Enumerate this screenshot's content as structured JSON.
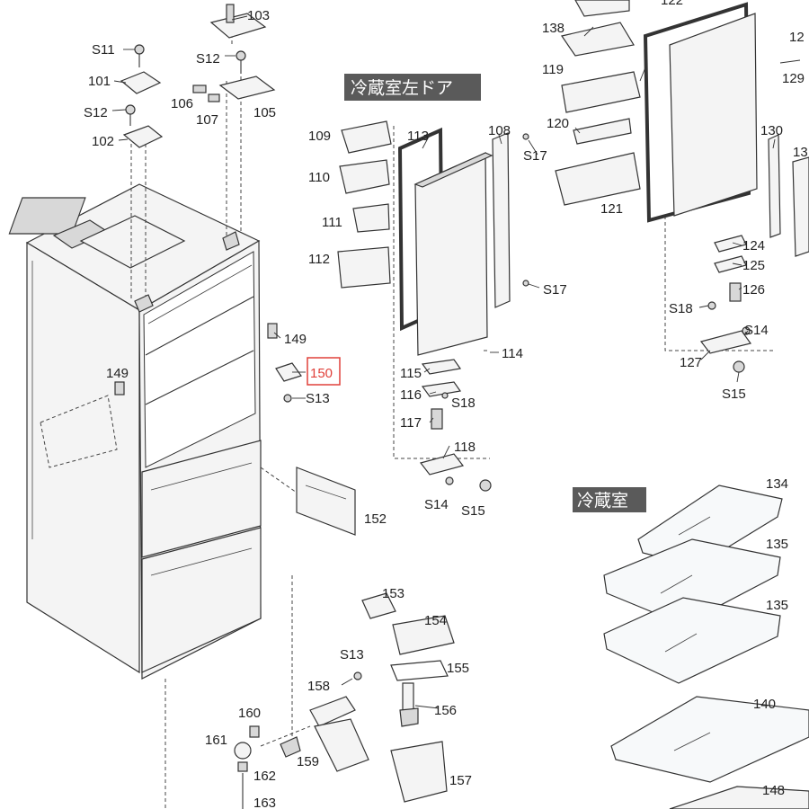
{
  "sections": {
    "left_door": "冷蔵室左ドア",
    "fridge": "冷蔵室"
  },
  "highlight_color": "#e0403a",
  "section_bg_color": "#5a5a5a",
  "parts": {
    "p103": "103",
    "s11": "S11",
    "s12a": "S12",
    "p101": "101",
    "p106": "106",
    "p107": "107",
    "p105": "105",
    "s12b": "S12",
    "p102": "102",
    "p149a": "149",
    "p149b": "149",
    "p150": "150",
    "s13a": "S13",
    "p109": "109",
    "p113": "113",
    "p108": "108",
    "s17a": "S17",
    "p110": "110",
    "p111": "111",
    "p112": "112",
    "s17b": "S17",
    "p114": "114",
    "p115": "115",
    "p116": "116",
    "s18a": "S18",
    "p117": "117",
    "p118": "118",
    "s14a": "S14",
    "s15a": "S15",
    "p152": "152",
    "p138": "138",
    "p122": "122",
    "p12x": "12",
    "p129": "129",
    "p119": "119",
    "p120": "120",
    "p121": "121",
    "p130": "130",
    "p13x": "13",
    "p124": "124",
    "p125": "125",
    "p126": "126",
    "s18b": "S18",
    "s14b": "S14",
    "p127": "127",
    "s15b": "S15",
    "p134": "134",
    "p135a": "135",
    "p135b": "135",
    "p140": "140",
    "p148": "148",
    "p153": "153",
    "p154": "154",
    "s13b": "S13",
    "p155": "155",
    "p158": "158",
    "p156": "156",
    "p160": "160",
    "p161": "161",
    "p159": "159",
    "p162": "162",
    "p157": "157",
    "p163": "163"
  }
}
